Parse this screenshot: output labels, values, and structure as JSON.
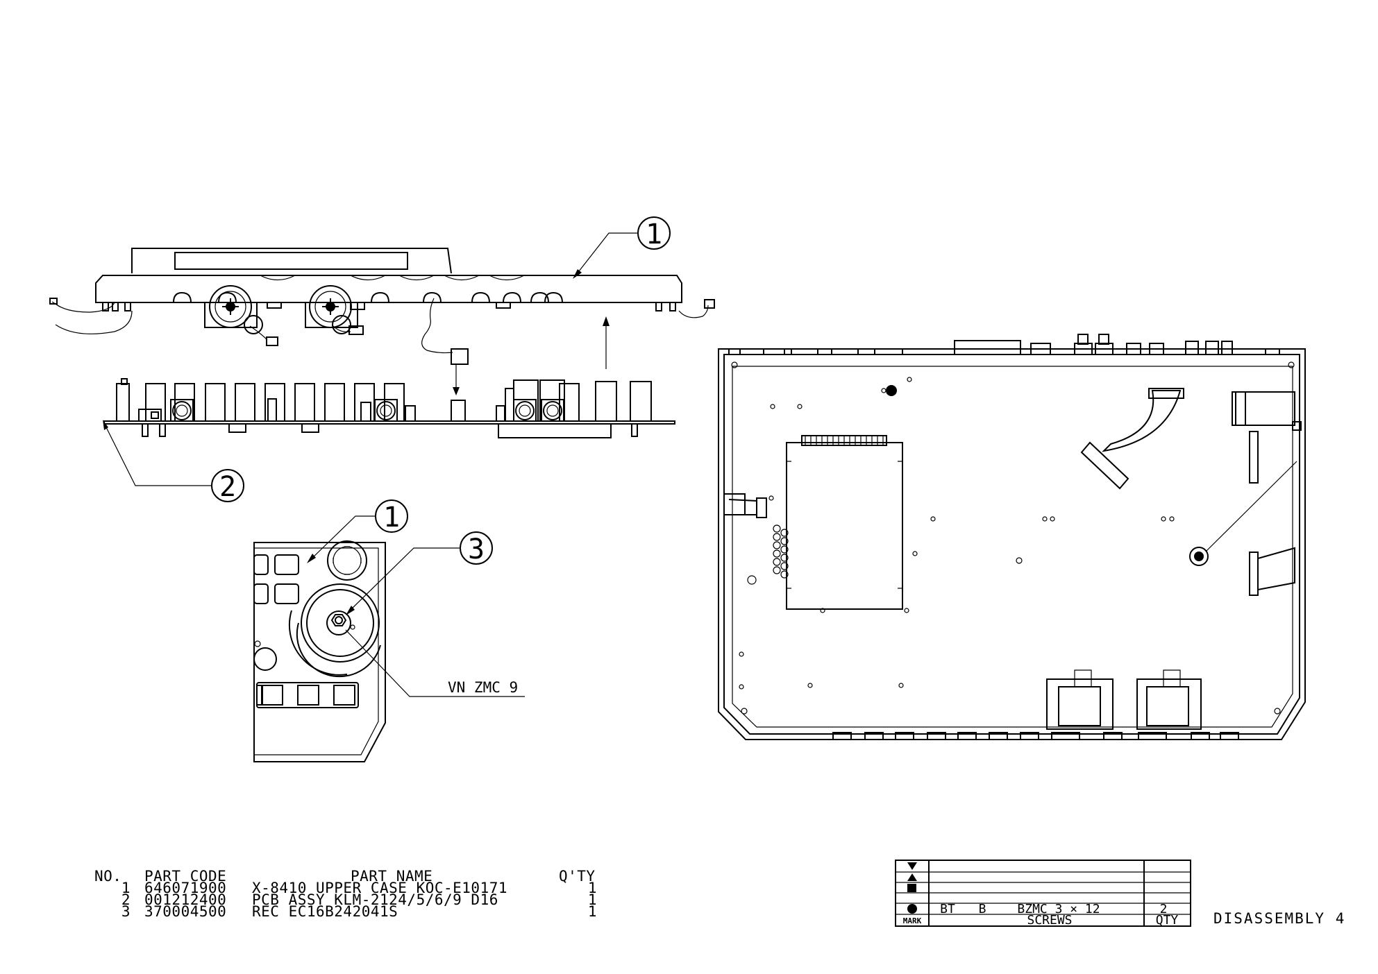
{
  "balloons": [
    "1",
    "2",
    "1",
    "3"
  ],
  "screw_callout": "VN ZMC 9",
  "parts_list": {
    "headers": {
      "no": "NO.",
      "code": "PART CODE",
      "name": "PART NAME",
      "qty": "Q'TY"
    },
    "rows": [
      {
        "no": "1",
        "code": "646071900",
        "name": "X-8410 UPPER CASE KOC-E10171",
        "qty": "1"
      },
      {
        "no": "2",
        "code": "001212400",
        "name": "PCB ASSY KLM-2124/5/6/9  D16",
        "qty": "1"
      },
      {
        "no": "3",
        "code": "370004500",
        "name": "REC EC16B242041S",
        "qty": "1"
      }
    ]
  },
  "screw_table": {
    "rows": [
      {
        "symbol": "triangle-down-icon",
        "type": "",
        "head": "",
        "spec": "",
        "qty": ""
      },
      {
        "symbol": "triangle-up-icon",
        "type": "",
        "head": "",
        "spec": "",
        "qty": ""
      },
      {
        "symbol": "square-icon",
        "type": "",
        "head": "",
        "spec": "",
        "qty": ""
      },
      {
        "symbol": "circle-icon",
        "type": "BT",
        "head": "B",
        "spec": "BZMC 3 × 12",
        "qty": "2"
      }
    ],
    "footer": {
      "mark": "MARK",
      "screws": "SCREWS",
      "qty": "QTY"
    }
  },
  "title": "DISASSEMBLY 4"
}
